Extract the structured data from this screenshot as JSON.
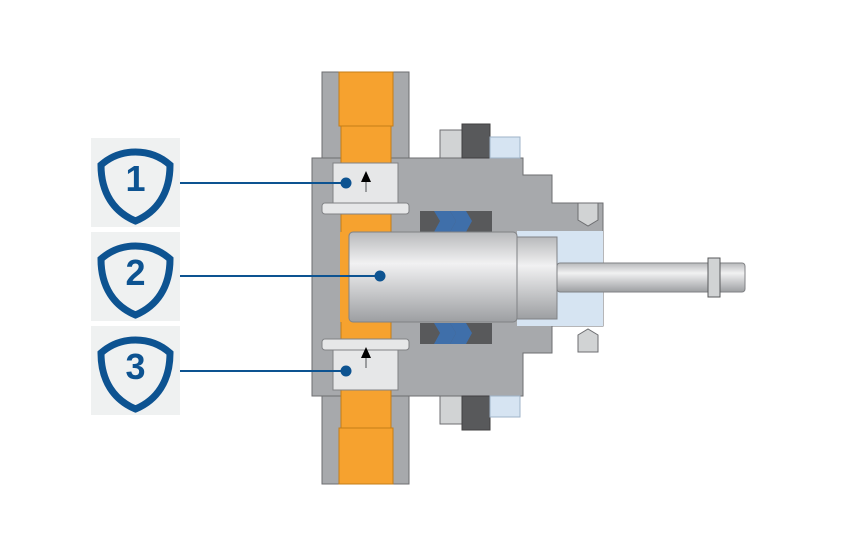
{
  "callouts": [
    {
      "number": "1",
      "target": "inlet-check-valve"
    },
    {
      "number": "2",
      "target": "plunger"
    },
    {
      "number": "3",
      "target": "outlet-check-valve"
    }
  ],
  "colors": {
    "accent": "#0d5391",
    "fluid": "#f6a22f",
    "body": "#a7a9ac",
    "dark": "#58595b",
    "seal": "#3f6faa",
    "light_blue": "#d6e4f2",
    "badge_bg": "#eff1f1"
  }
}
